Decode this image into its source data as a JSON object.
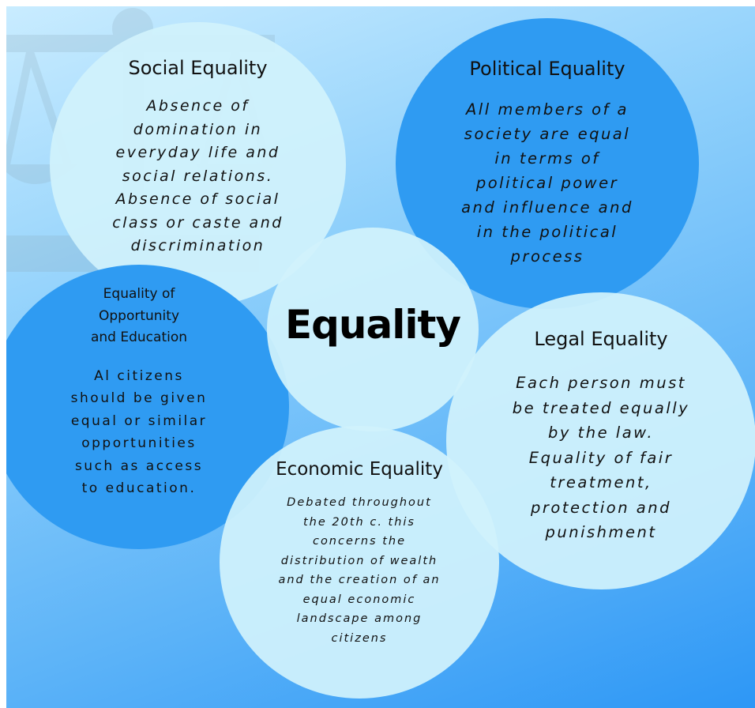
{
  "center": {
    "title": "Equality"
  },
  "social": {
    "title": "Social Equality",
    "lines": [
      "Absence of",
      "domination in",
      "everyday life and",
      "social relations.",
      "Absence of social",
      "class or caste and",
      "discrimination"
    ]
  },
  "political": {
    "title": "Political Equality",
    "lines": [
      "All members of a",
      "society are equal",
      "in terms of",
      "political power",
      "and influence and",
      "in the political",
      "process"
    ]
  },
  "opportunity": {
    "title_lines": [
      "Equality of",
      "Opportunity",
      "and Education"
    ],
    "lines": [
      "Al citizens",
      "should be given",
      "equal or similar",
      "opportunities",
      "such as access",
      "to education."
    ]
  },
  "legal": {
    "title": "Legal Equality",
    "lines": [
      "Each person must",
      "be treated equally",
      "by the law.",
      "Equality of fair",
      "treatment,",
      "protection and",
      "punishment"
    ]
  },
  "economic": {
    "title": "Economic Equality",
    "lines": [
      "Debated throughout",
      "the 20th c. this",
      "concerns the",
      "distribution of wealth",
      "and the creation of an",
      "equal economic",
      "landscape among",
      "citizens"
    ]
  }
}
